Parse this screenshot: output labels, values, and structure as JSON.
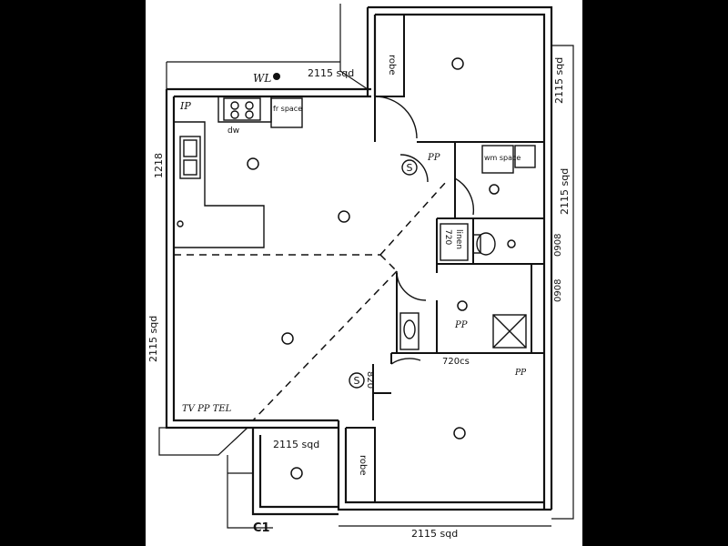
{
  "plan": {
    "colors": {
      "background": "#000000",
      "paper": "#ffffff",
      "ink": "#111111"
    },
    "labels": {
      "robe_top": "robe",
      "robe_bottom": "robe",
      "sqd_top_window": "2115 sqd",
      "sqd_right_upper": "2115 sqd",
      "sqd_right_middle": "2115 sqd",
      "sqd_left": "2115 sqd",
      "sqd_bottom_left": "2115 sqd",
      "sqd_bottom": "2115 sqd",
      "dim_1218": "1218",
      "dim_0908_upper": "0908",
      "dim_0908_lower": "0908",
      "dim_720cs": "720cs",
      "dim_820": "820",
      "dim_720_linen": "720",
      "linen": "linen",
      "dw": "dw",
      "fr_space": "fr space",
      "wm_space": "wm space",
      "corner_c1": "C1",
      "hand_wl": "WL",
      "hand_ip": "IP",
      "hand_pp_top": "PP",
      "hand_pp_bath": "PP",
      "hand_pp_bed": "PP",
      "hand_tv": "TV PP TEL",
      "smoke_symbol": "S"
    }
  }
}
